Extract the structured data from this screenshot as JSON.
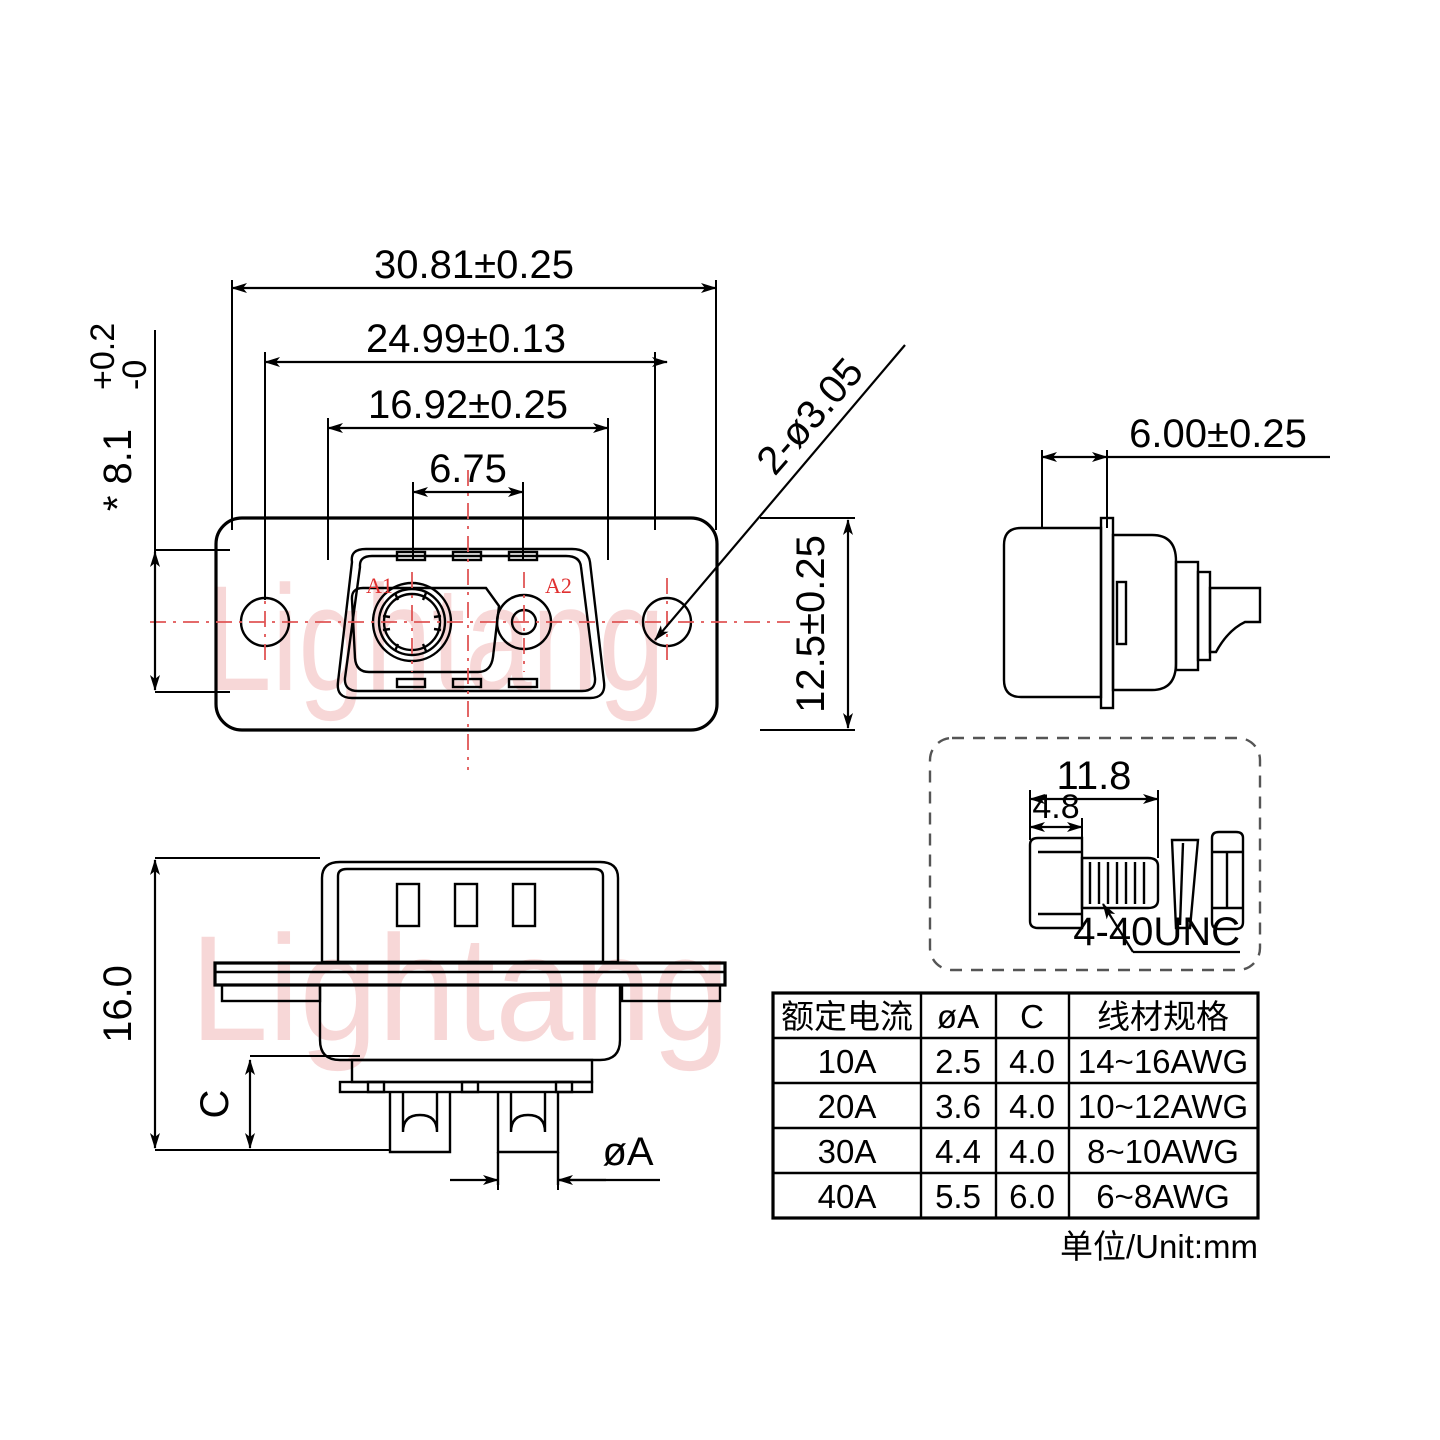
{
  "drawing": {
    "title": "D-SUB 2W2 high current connector outline drawing",
    "watermark": "Lightang",
    "unit_note": "单位/Unit:mm"
  },
  "front_view": {
    "dim_overall_width": "30.81±0.25",
    "dim_screw_pitch": "24.99±0.13",
    "dim_inner_width": "16.92±0.25",
    "dim_contact_pitch": "6.75",
    "dim_height_left": "* 8.1",
    "dim_height_left_tol_upper": "+0.2",
    "dim_height_left_tol_lower": "-0",
    "dim_height_right": "12.5±0.25",
    "leader_holes": "2-ø3.05",
    "pin_labels": [
      "A1",
      "A2"
    ]
  },
  "side_view": {
    "dim_depth": "6.00±0.25"
  },
  "bottom_view": {
    "dim_total_height": "16.0",
    "dim_c": "C",
    "dim_pin_dia": "øA"
  },
  "screw_detail": {
    "dim_total_length": "11.8",
    "dim_head_length": "4.8",
    "thread_label": "4-40UNC"
  },
  "spec_table": {
    "headers": [
      "额定电流",
      "øA",
      "C",
      "线材规格"
    ],
    "rows": [
      {
        "current": "10A",
        "phiA": "2.5",
        "c": "4.0",
        "wire": "14~16AWG"
      },
      {
        "current": "20A",
        "phiA": "3.6",
        "c": "4.0",
        "wire": "10~12AWG"
      },
      {
        "current": "30A",
        "phiA": "4.4",
        "c": "4.0",
        "wire": "8~10AWG"
      },
      {
        "current": "40A",
        "phiA": "5.5",
        "c": "6.0",
        "wire": "6~8AWG"
      }
    ]
  },
  "colors": {
    "line": "#000000",
    "centerline": "#e05555",
    "pin_label": "#e03030",
    "watermark": "#f2b8b8",
    "background": "#ffffff"
  }
}
